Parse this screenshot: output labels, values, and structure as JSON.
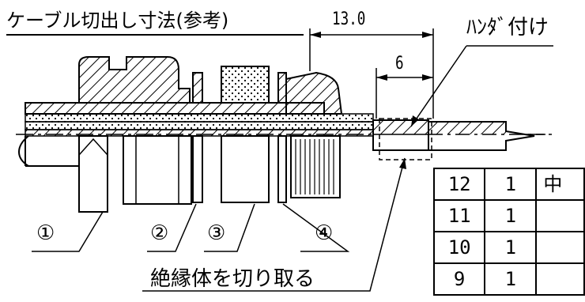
{
  "title": "ケーブル切出し寸法(参考)",
  "dimensions": {
    "overall": "13.0",
    "inner": "6"
  },
  "solder_label": "ﾊﾝﾀﾞ付け",
  "insulation_note": "絶縁体を切り取る",
  "callouts": [
    "①",
    "②",
    "③",
    "④"
  ],
  "parts_table": {
    "rows": [
      [
        "12",
        "1",
        "中"
      ],
      [
        "11",
        "1",
        ""
      ],
      [
        "10",
        "1",
        ""
      ],
      [
        "9",
        "1",
        ""
      ]
    ]
  }
}
